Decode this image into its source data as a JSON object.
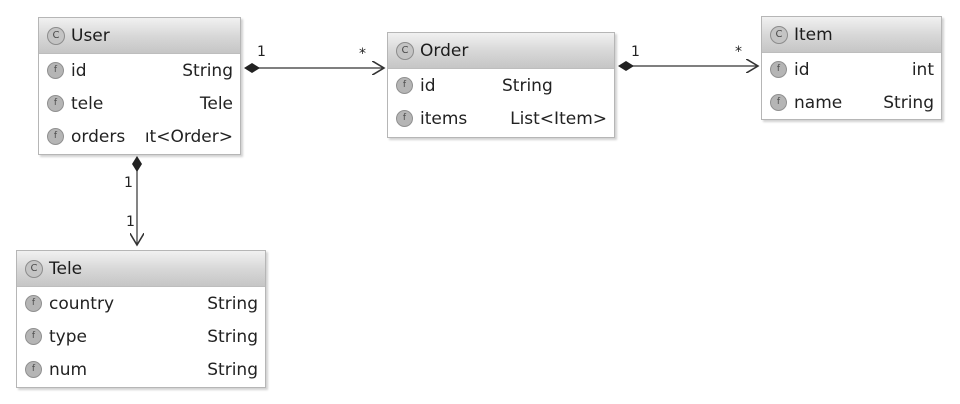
{
  "diagram": {
    "classes": {
      "user": {
        "icon": "C",
        "name": "User",
        "fields": [
          {
            "icon": "f",
            "name": "id",
            "type": "String"
          },
          {
            "icon": "f",
            "name": "tele",
            "type": "Tele"
          },
          {
            "icon": "f",
            "name": "orders",
            "type": "List<Order>",
            "visible_type": "ıt<Order>"
          }
        ]
      },
      "order": {
        "icon": "C",
        "name": "Order",
        "fields": [
          {
            "icon": "f",
            "name": "id",
            "type": "String"
          },
          {
            "icon": "f",
            "name": "items",
            "type": "List<Item>"
          }
        ]
      },
      "item": {
        "icon": "C",
        "name": "Item",
        "fields": [
          {
            "icon": "f",
            "name": "id",
            "type": "int"
          },
          {
            "icon": "f",
            "name": "name",
            "type": "String"
          }
        ]
      },
      "tele": {
        "icon": "C",
        "name": "Tele",
        "fields": [
          {
            "icon": "f",
            "name": "country",
            "type": "String"
          },
          {
            "icon": "f",
            "name": "type",
            "type": "String"
          },
          {
            "icon": "f",
            "name": "num",
            "type": "String"
          }
        ]
      }
    },
    "associations": [
      {
        "from": "User",
        "to": "Order",
        "kind": "composition",
        "source_multiplicity": "1",
        "target_multiplicity": "*"
      },
      {
        "from": "Order",
        "to": "Item",
        "kind": "composition",
        "source_multiplicity": "1",
        "target_multiplicity": "*"
      },
      {
        "from": "User",
        "to": "Tele",
        "kind": "composition",
        "source_multiplicity": "1",
        "target_multiplicity": "1"
      }
    ]
  }
}
